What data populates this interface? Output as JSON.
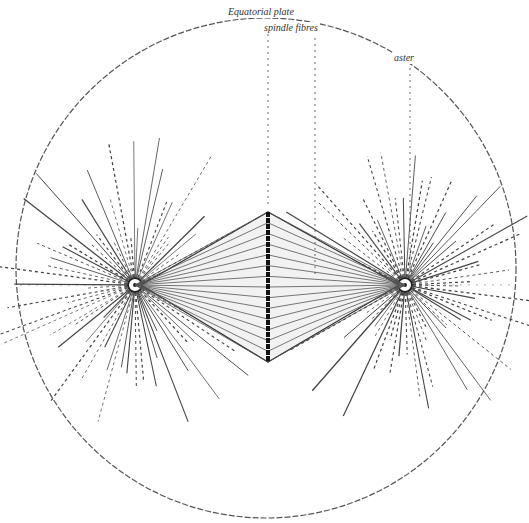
{
  "diagram": {
    "labels": [
      "Equatorial plate",
      "spindle fibres",
      "aster"
    ]
  }
}
